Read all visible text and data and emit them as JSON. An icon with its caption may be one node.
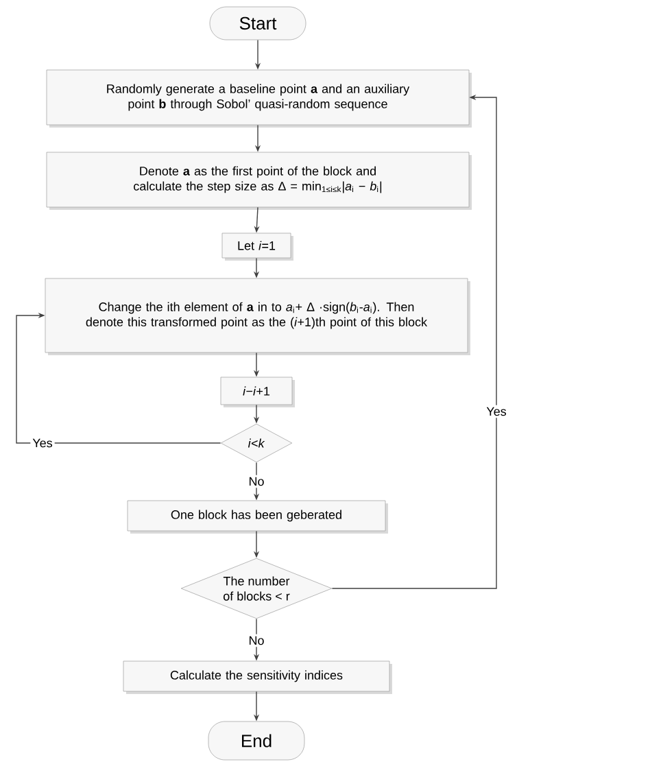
{
  "diagram": {
    "nodes": [
      {
        "text": [
          "Start"
        ]
      },
      {
        "text": [
          "Randomly generate a baseline point **a** and an auxiliary point **b** through Sobol’ quasi-random sequence"
        ]
      },
      {
        "text": [
          "Denote **a** as the first point of the block and calculate the step size as Δ = min$_{1≤i≤k}$|*a*$_{i}$ − *b*$_{i}$|"
        ]
      },
      {
        "text": [
          "Let *i*=1"
        ]
      },
      {
        "text": [
          "Change the ith element of **a** in to *a*$_{i}$+ Δ ·sign(*b*$_{i}$-*a*$_{i}$). Then denote this transformed point as the (*i*+1)th point of this block"
        ]
      },
      {
        "text": [
          "*i*−*i*+1"
        ]
      },
      {
        "text": [
          "*i*<*k*"
        ]
      },
      {
        "text": [
          "One block has been geberated"
        ]
      },
      {
        "text": [
          "The number of blocks < r"
        ]
      },
      {
        "text": [
          "Calculate the sensitivity indices"
        ]
      },
      {
        "text": [
          "End"
        ]
      }
    ],
    "edges": [
      {
        "from": 0,
        "to": 1,
        "arrow": "to"
      },
      {
        "from": 1,
        "to": 2,
        "arrow": "to"
      },
      {
        "from": 2,
        "to": 3,
        "arrow": "to"
      },
      {
        "from": 3,
        "to": 4,
        "arrow": "to"
      },
      {
        "from": 4,
        "to": 5,
        "arrow": "to"
      },
      {
        "from": 5,
        "to": 6,
        "arrow": "to"
      },
      {
        "from": 6,
        "to": 4,
        "arrow": "to",
        "label": "Yes"
      },
      {
        "from": 6,
        "to": 7,
        "arrow": "to",
        "label": "No"
      },
      {
        "from": 7,
        "to": 8,
        "arrow": "to"
      },
      {
        "from": 8,
        "to": 1,
        "arrow": "to",
        "label": "Yes"
      },
      {
        "from": 8,
        "to": 9,
        "arrow": "to",
        "label": "No"
      },
      {
        "from": 9,
        "to": 10,
        "arrow": "to"
      }
    ]
  }
}
